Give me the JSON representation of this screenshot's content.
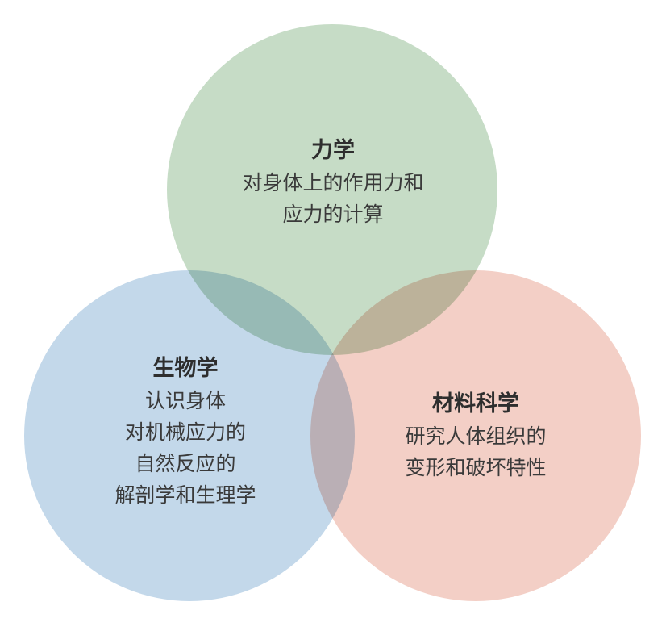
{
  "circles": [
    {
      "id": "mechanics",
      "color": "#c6dcc6",
      "title": "力学",
      "lines": [
        "对身体上的作用力和",
        "应力的计算"
      ]
    },
    {
      "id": "biology",
      "color": "#c3d8ea",
      "title": "生物学",
      "lines": [
        "认识身体",
        "对机械应力的",
        "自然反应的",
        "解剖学和生理学"
      ]
    },
    {
      "id": "materials",
      "color": "#f3cfc6",
      "title": "材料科学",
      "lines": [
        "研究人体组织的",
        "变形和破坏特性"
      ]
    }
  ]
}
